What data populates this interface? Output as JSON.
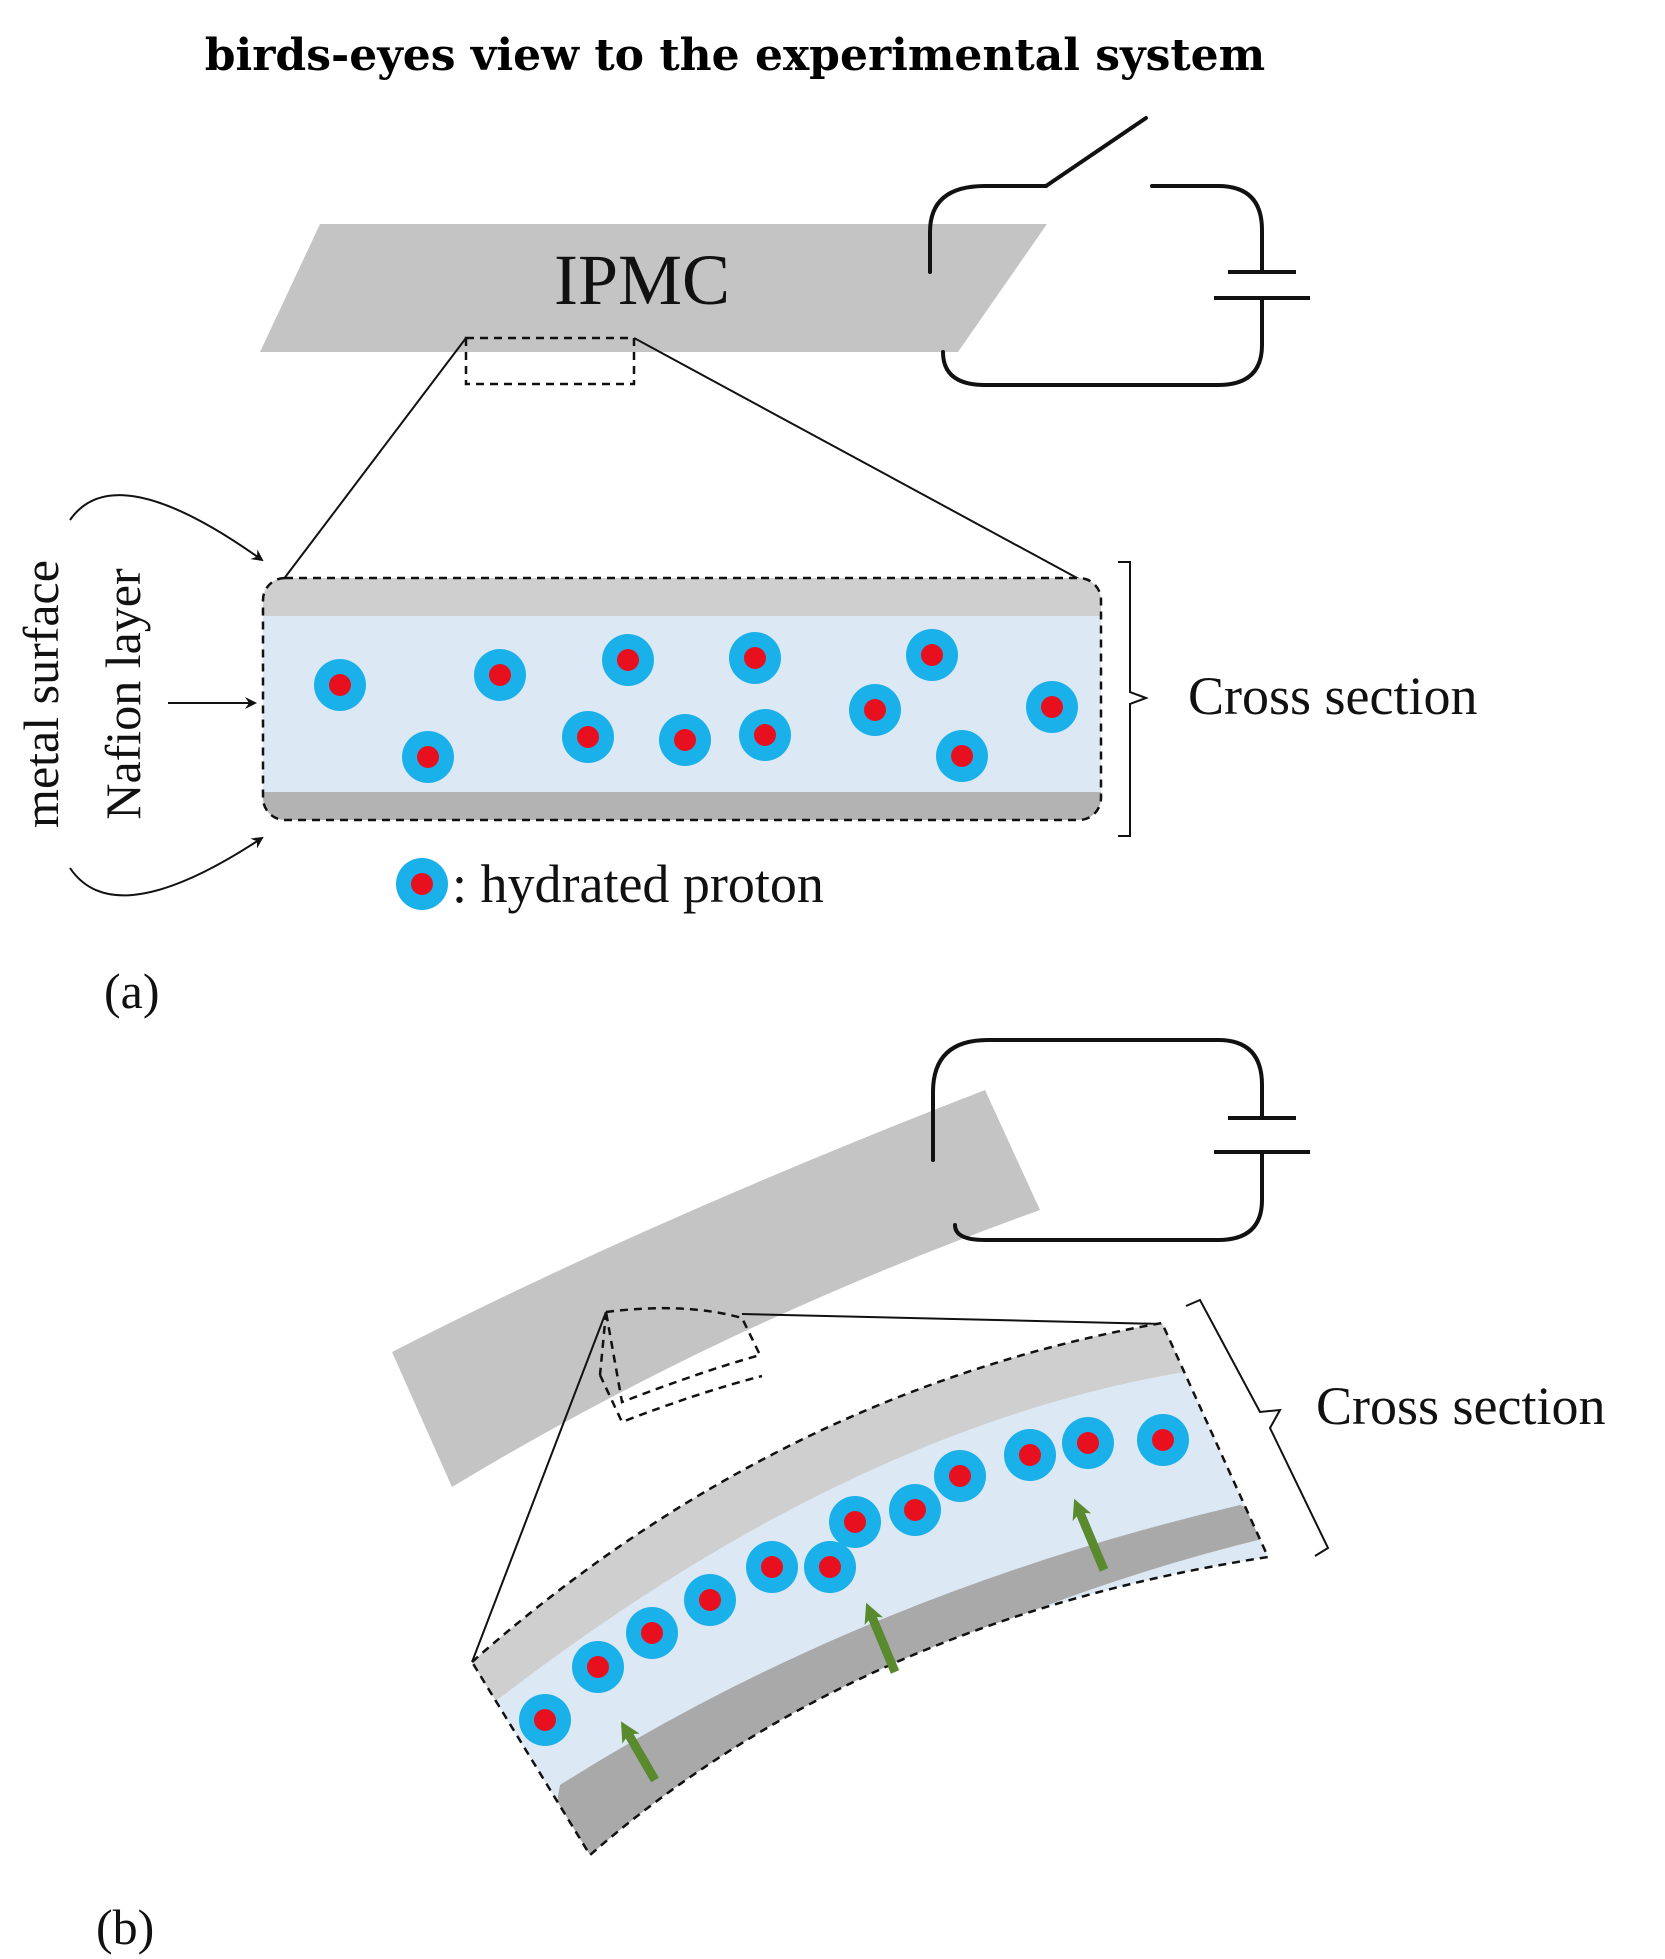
{
  "title": "birds-eyes view to the experimental system",
  "panel_a": {
    "ipmc_label": "IPMC",
    "metal_surface_label": "metal surface",
    "nafion_label": "Nafion layer",
    "cross_section_label": "Cross section",
    "legend_label": ": hydrated proton",
    "panel_label": "(a)"
  },
  "panel_b": {
    "cross_section_label": "Cross section",
    "panel_label": "(b)"
  },
  "colors": {
    "ipmc_gray": "#c4c4c4",
    "metal_layer_light": "#cfcfcf",
    "metal_layer_dark": "#a9a9a9",
    "nafion_fill": "#dce8f4",
    "proton_outer": "#1ab0ea",
    "proton_core": "#e8101e",
    "arrow_green": "#5a8a2e"
  },
  "icons": [
    "battery-symbol-icon",
    "switch-icon",
    "hydrated-proton-icon",
    "arrow-icon"
  ]
}
